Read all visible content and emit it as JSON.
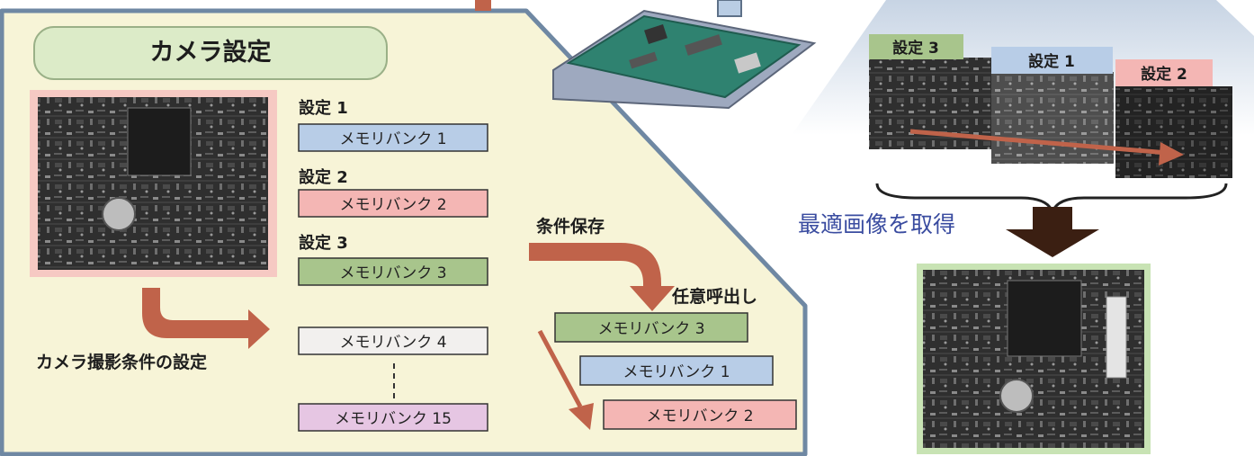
{
  "colors": {
    "panel": "#f7f4d7",
    "panel_border": "#6f88a3",
    "arrow": "#c0634a",
    "blue": "#b8cde7",
    "pink": "#f4b6b4",
    "green": "#a8c58c",
    "gray": "#f2f0ee",
    "lavender": "#e6c6e3",
    "heading_text": "#3a4ca0",
    "dark_arrow": "#3b1f12"
  },
  "camera_title": "カメラ設定",
  "settings": [
    {
      "label": "設定 1",
      "bank": "メモリバンク 1",
      "color": "blue"
    },
    {
      "label": "設定 2",
      "bank": "メモリバンク 2",
      "color": "pink"
    },
    {
      "label": "設定 3",
      "bank": "メモリバンク 3",
      "color": "green"
    }
  ],
  "bank_4": "メモリバンク 4",
  "bank_15": "メモリバンク 15",
  "camera_condition_label": "カメラ撮影条件の設定",
  "save_label": "条件保存",
  "recall_label": "任意呼出し",
  "recalled_banks": [
    {
      "bank": "メモリバンク 3",
      "color": "green"
    },
    {
      "bank": "メモリバンク 1",
      "color": "blue"
    },
    {
      "bank": "メモリバンク 2",
      "color": "pink"
    }
  ],
  "capture_tags": [
    {
      "label": "設定 3",
      "color": "green"
    },
    {
      "label": "設定 1",
      "color": "blue"
    },
    {
      "label": "設定 2",
      "color": "pink"
    }
  ],
  "result_label": "最適画像を取得"
}
